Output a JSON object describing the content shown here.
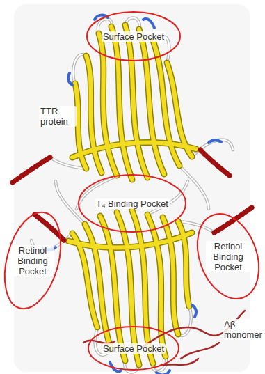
{
  "diagram": {
    "nodes": [
      {
        "text": [
          "Surface Pocket"
        ]
      },
      {
        "text": [
          "T₄ Binding Pocket"
        ]
      },
      {
        "text": [
          "Retinol Binding Pocket"
        ]
      },
      {
        "text": [
          "Retinol Binding Pocket"
        ]
      },
      {
        "text": [
          "Surface Pocket"
        ]
      }
    ],
    "labels": [
      "TTR protein",
      "Aβ monomer"
    ]
  }
}
